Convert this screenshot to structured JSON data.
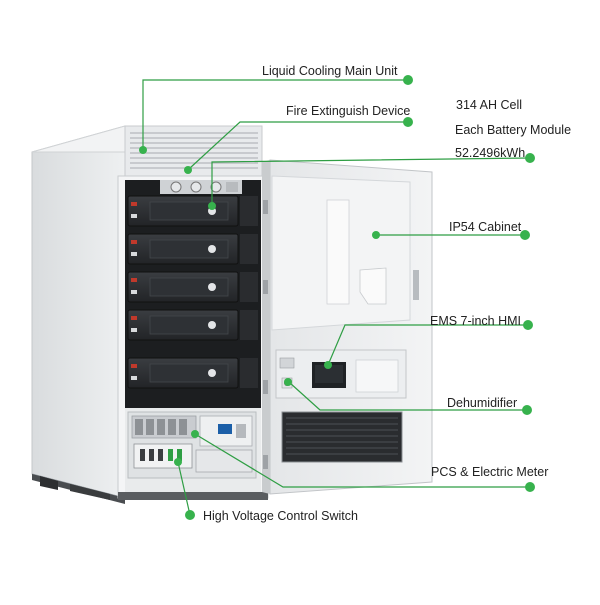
{
  "callouts": {
    "liquid_cooling": "Liquid Cooling Main Unit",
    "fire_extinguish": "Fire Extinguish Device",
    "cell_capacity": "314 AH Cell",
    "battery_module": "Each Battery  Module",
    "module_energy": "52.2496kWh",
    "ip54_cabinet": "IP54 Cabinet",
    "ems_hmi": "EMS 7-inch HMI",
    "dehumidifier": "Dehumidifier",
    "pcs_meter": "PCS & Electric Meter",
    "hv_switch": "High Voltage Control Switch"
  },
  "colors": {
    "callout_line": "#2f9e44",
    "callout_dot": "#37b24d",
    "cabinet_light": "#eceeef",
    "cabinet_shade": "#d7dadc",
    "battery_dark": "#2a2d30"
  }
}
